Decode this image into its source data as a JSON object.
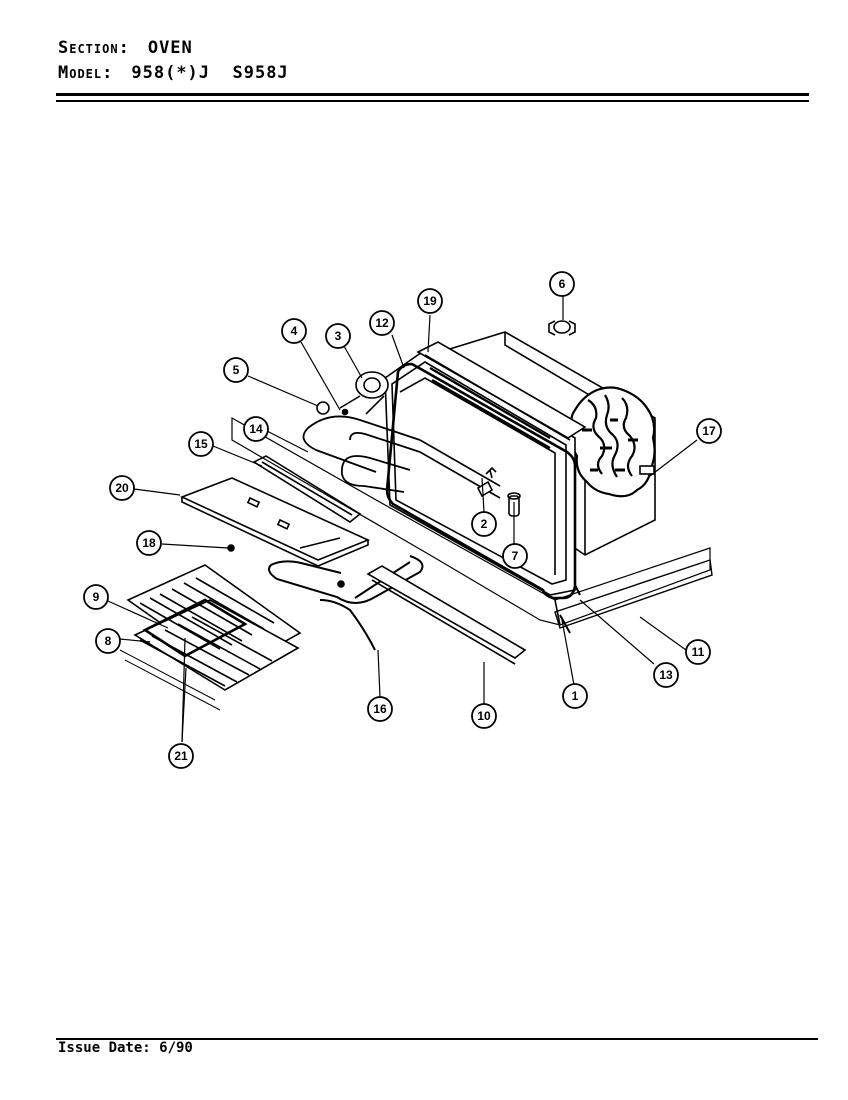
{
  "header": {
    "section_label": "Section:",
    "section_value": "OVEN",
    "model_label": "Model:",
    "model_value": "958(*)J  S958J"
  },
  "footer": {
    "issue_date": "Issue Date: 6/90"
  },
  "callouts": [
    "1",
    "2",
    "3",
    "4",
    "5",
    "6",
    "7",
    "8",
    "9",
    "10",
    "11",
    "12",
    "13",
    "14",
    "15",
    "16",
    "17",
    "18",
    "19",
    "20",
    "21"
  ]
}
